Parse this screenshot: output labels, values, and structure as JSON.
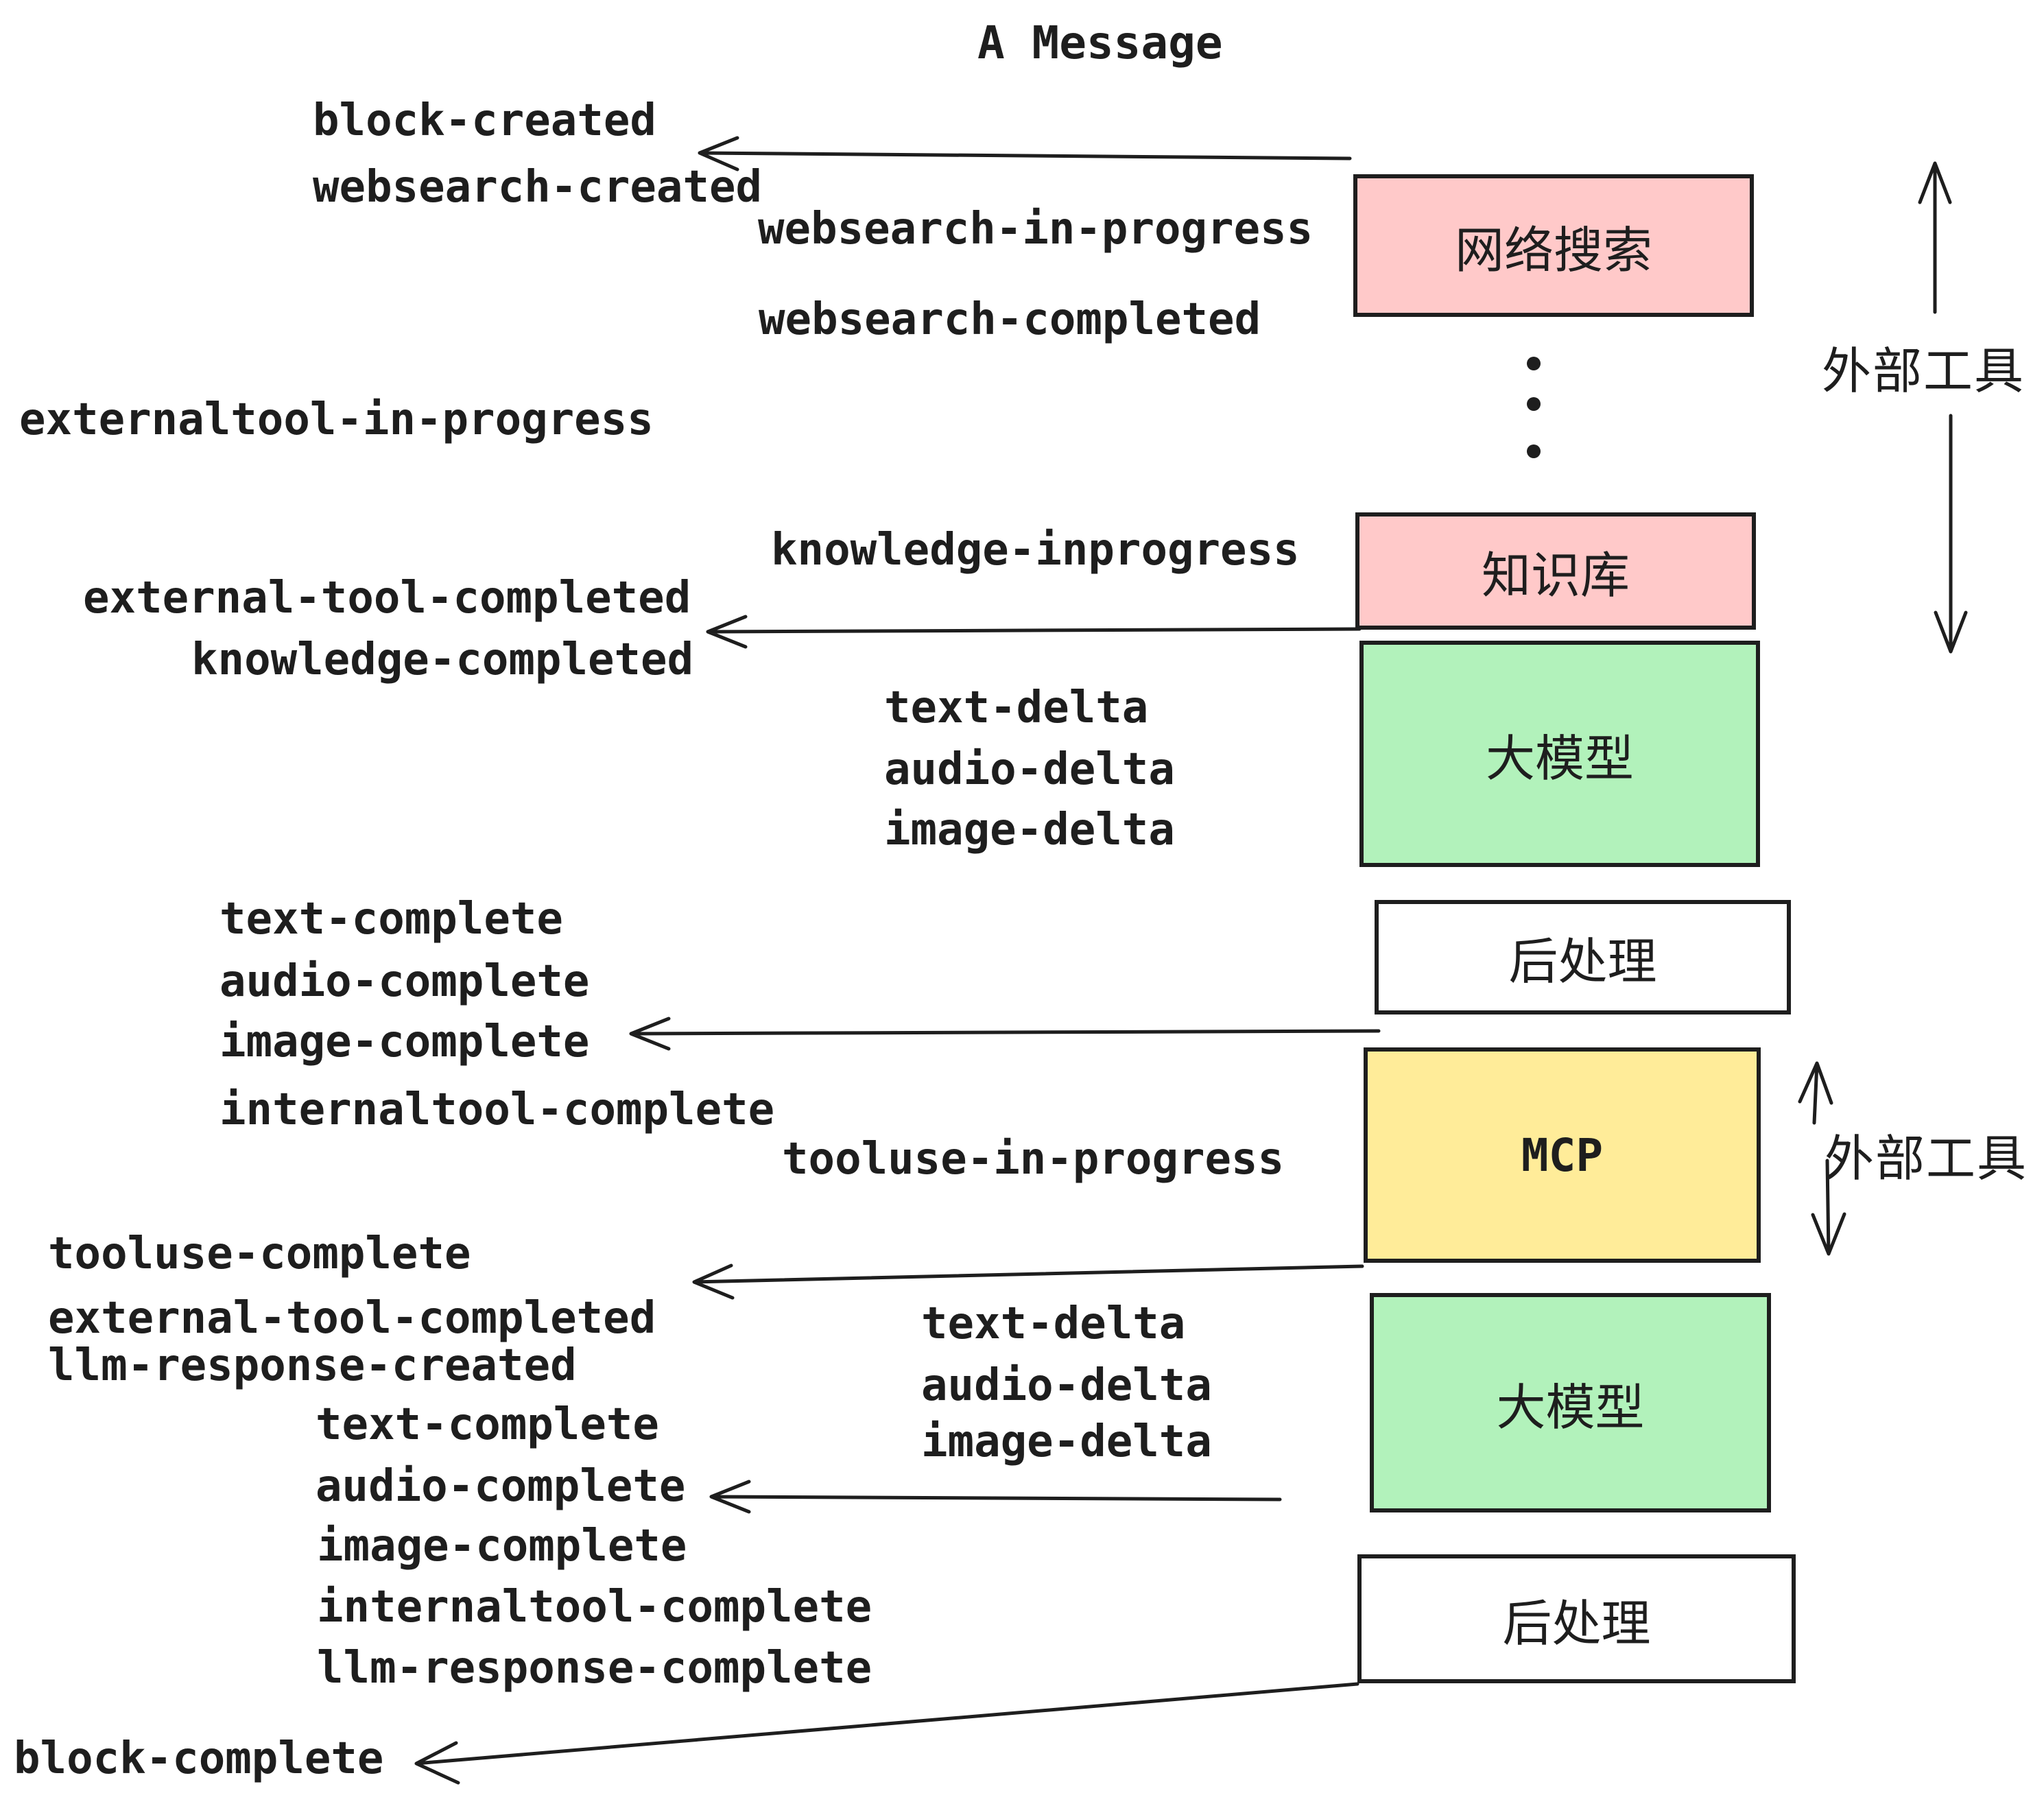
{
  "title": "A Message",
  "colors": {
    "pink": "#ffc9c9",
    "green": "#b2f2bb",
    "yellow": "#ffec99",
    "white": "#ffffff",
    "stroke": "#1e1e1e"
  },
  "boxes": [
    {
      "id": "websearch",
      "label": "网络搜索",
      "color": "#ffc9c9"
    },
    {
      "id": "knowledge",
      "label": "知识库",
      "color": "#ffc9c9"
    },
    {
      "id": "llm-top",
      "label": "大模型",
      "color": "#b2f2bb"
    },
    {
      "id": "postprocess-top",
      "label": "后处理",
      "color": "#ffffff"
    },
    {
      "id": "mcp",
      "label": "MCP",
      "color": "#ffec99"
    },
    {
      "id": "llm-bottom",
      "label": "大模型",
      "color": "#b2f2bb"
    },
    {
      "id": "postprocess-bottom",
      "label": "后处理",
      "color": "#ffffff"
    }
  ],
  "side_labels": [
    {
      "text": "外部工具"
    },
    {
      "text": "外部工具"
    }
  ],
  "events": [
    {
      "text": "block-created"
    },
    {
      "text": "websearch-created"
    },
    {
      "text": "websearch-in-progress"
    },
    {
      "text": "websearch-completed"
    },
    {
      "text": "externaltool-in-progress"
    },
    {
      "text": "knowledge-inprogress"
    },
    {
      "text": "external-tool-completed"
    },
    {
      "text": "knowledge-completed"
    },
    {
      "text": "text-delta"
    },
    {
      "text": "audio-delta"
    },
    {
      "text": "image-delta"
    },
    {
      "text": "text-complete"
    },
    {
      "text": "audio-complete"
    },
    {
      "text": "image-complete"
    },
    {
      "text": "internaltool-complete"
    },
    {
      "text": "tooluse-in-progress"
    },
    {
      "text": "tooluse-complete"
    },
    {
      "text": "external-tool-completed"
    },
    {
      "text": "llm-response-created"
    },
    {
      "text": "text-delta"
    },
    {
      "text": "audio-delta"
    },
    {
      "text": "image-delta"
    },
    {
      "text": "text-complete"
    },
    {
      "text": "audio-complete"
    },
    {
      "text": "image-complete"
    },
    {
      "text": "internaltool-complete"
    },
    {
      "text": "llm-response-complete"
    },
    {
      "text": "block-complete"
    }
  ]
}
